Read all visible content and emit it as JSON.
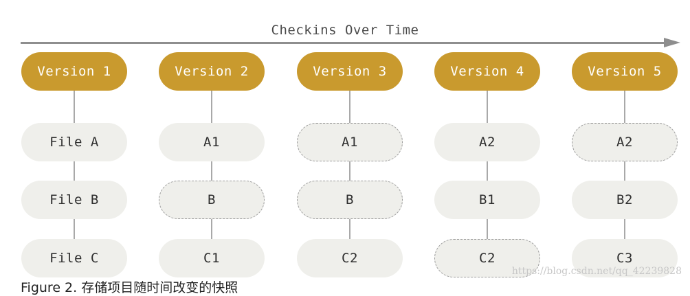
{
  "timeline": {
    "title": "Checkins Over Time"
  },
  "versions": [
    {
      "label": "Version 1",
      "files": [
        {
          "label": "File A",
          "ref": false
        },
        {
          "label": "File B",
          "ref": false
        },
        {
          "label": "File C",
          "ref": false
        }
      ]
    },
    {
      "label": "Version 2",
      "files": [
        {
          "label": "A1",
          "ref": false
        },
        {
          "label": "B",
          "ref": true
        },
        {
          "label": "C1",
          "ref": false
        }
      ]
    },
    {
      "label": "Version 3",
      "files": [
        {
          "label": "A1",
          "ref": true
        },
        {
          "label": "B",
          "ref": true
        },
        {
          "label": "C2",
          "ref": false
        }
      ]
    },
    {
      "label": "Version 4",
      "files": [
        {
          "label": "A2",
          "ref": false
        },
        {
          "label": "B1",
          "ref": false
        },
        {
          "label": "C2",
          "ref": true
        }
      ]
    },
    {
      "label": "Version 5",
      "files": [
        {
          "label": "A2",
          "ref": true
        },
        {
          "label": "B2",
          "ref": false
        },
        {
          "label": "C3",
          "ref": false
        }
      ]
    }
  ],
  "caption": "Figure 2. 存储项目随时间改变的快照",
  "watermark": "https://blog.csdn.net/qq_42239828",
  "colors": {
    "version_fill": "#c99a2e",
    "file_fill": "#efefeb",
    "dashed_border": "#9a9a9a",
    "arrow": "#8e8e8e"
  }
}
